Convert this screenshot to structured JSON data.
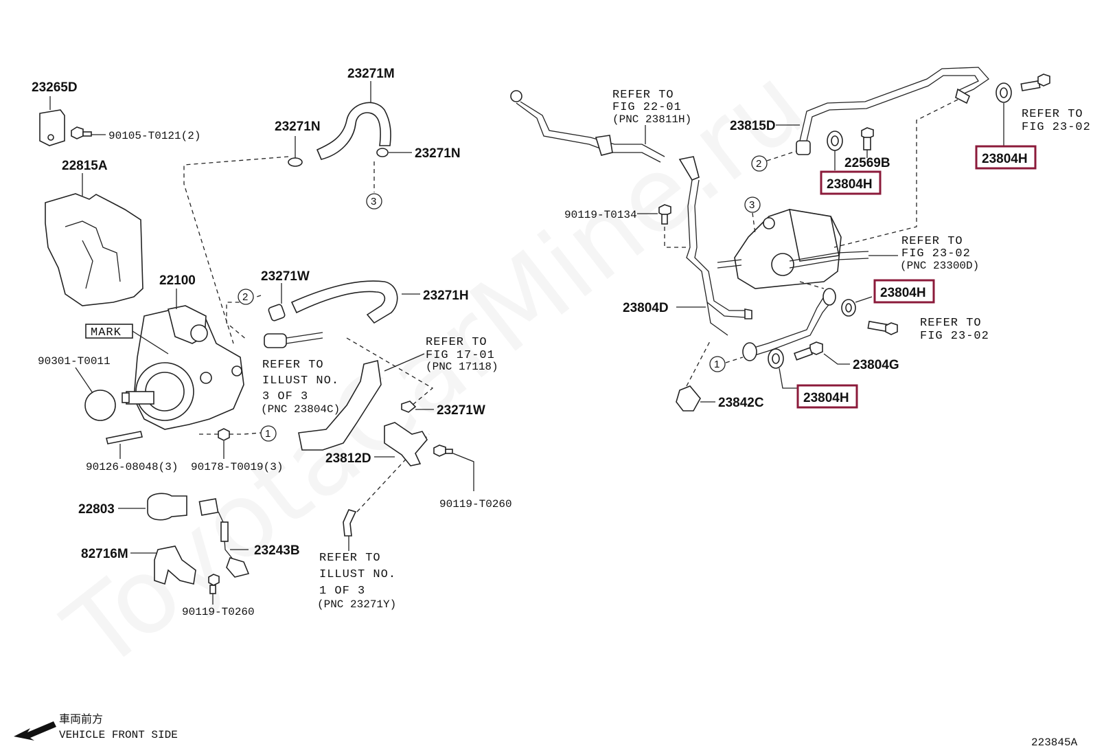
{
  "watermark": "ToyotaCarMine.ru",
  "figure_id": "223845A",
  "front_side": {
    "jp": "車両前方",
    "en": "VEHICLE FRONT SIDE"
  },
  "mark_label": "MARK",
  "callouts": [
    "1",
    "2",
    "3"
  ],
  "parts_left": {
    "p23265D": "23265D",
    "p90105": "90105-T0121(2)",
    "p22815A": "22815A",
    "p23271M": "23271M",
    "p23271N_a": "23271N",
    "p23271N_b": "23271N",
    "p22100": "22100",
    "p23271W_a": "23271W",
    "p23271H": "23271H",
    "p90301": "90301-T0011",
    "p90126": "90126-08048(3)",
    "p90178": "90178-T0019(3)",
    "p23812D": "23812D",
    "p23271W_b": "23271W",
    "p90119_a": "90119-T0260",
    "p22803": "22803",
    "p82716M": "82716M",
    "p23243B": "23243B",
    "p90119_b": "90119-T0260"
  },
  "refs_left": {
    "illust3": [
      "REFER TO",
      "ILLUST NO.",
      "3 OF 3",
      "(PNC 23804C)"
    ],
    "fig17": [
      "REFER TO",
      "FIG 17-01",
      "(PNC 17118)"
    ],
    "illust1": [
      "REFER TO",
      "ILLUST NO.",
      "1 OF 3",
      "(PNC 23271Y)"
    ]
  },
  "parts_right": {
    "p23815D": "23815D",
    "p22569B": "22569B",
    "p90119_c": "90119-T0134",
    "p23804D": "23804D",
    "p23804G": "23804G",
    "p23842C": "23842C"
  },
  "highlighted_parts": [
    "23804H",
    "23804H",
    "23804H",
    "23804H"
  ],
  "refs_right": {
    "fig22": [
      "REFER TO",
      "FIG 22-01",
      "(PNC 23811H)"
    ],
    "fig23_top": [
      "REFER TO",
      "FIG 23-02"
    ],
    "fig23_mid": [
      "REFER TO",
      "FIG 23-02",
      "(PNC 23300D)"
    ],
    "fig23_low": [
      "REFER TO",
      "FIG 23-02"
    ]
  },
  "colors": {
    "highlight": "#8b1a3a",
    "line": "#222222"
  }
}
